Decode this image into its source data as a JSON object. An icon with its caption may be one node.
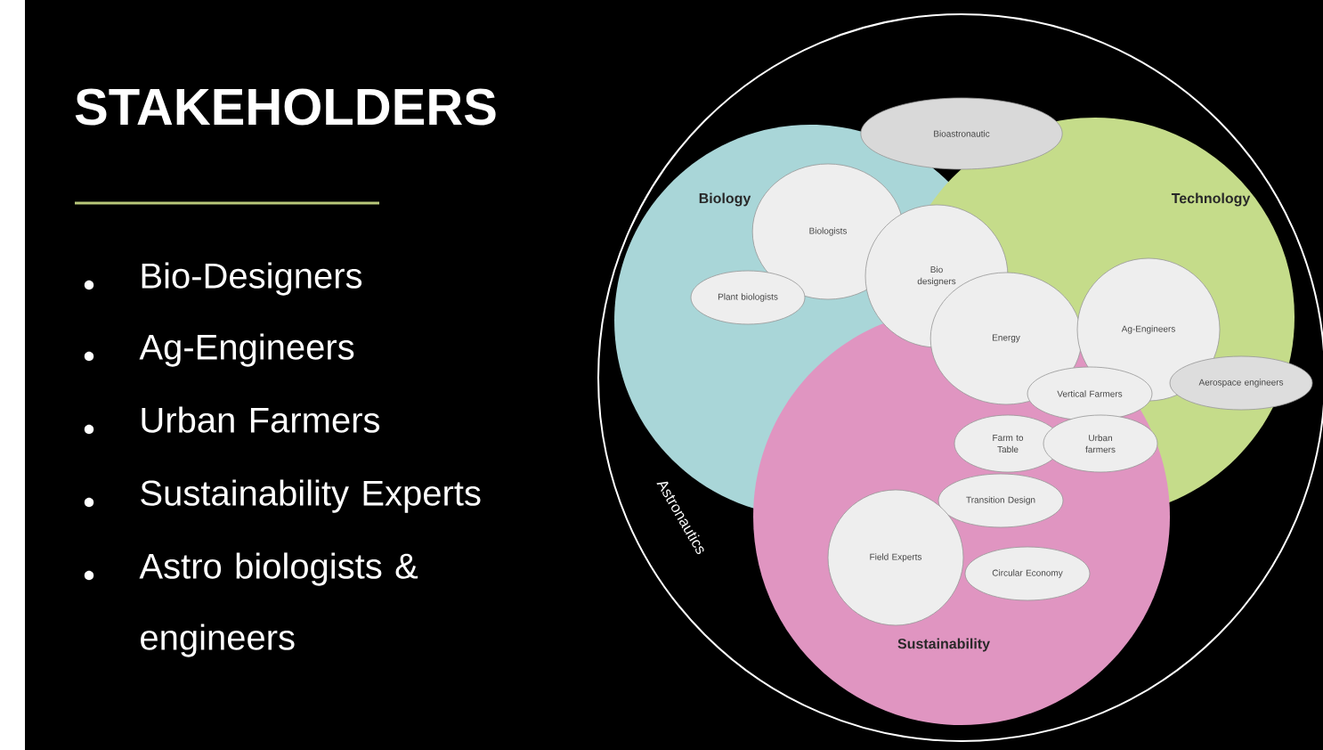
{
  "diagram": {
    "title": "STAKEHOLDERS",
    "nodes": [
      {
        "text": [
          "Astronautics"
        ]
      },
      {
        "text": [
          "Biology"
        ],
        "in": 0
      },
      {
        "text": [
          "Technology"
        ],
        "in": 0
      },
      {
        "text": [
          "Sustainability"
        ],
        "in": 0
      },
      {
        "text": [
          "Bioastronautic"
        ],
        "in": 0
      },
      {
        "text": [
          "Biologists"
        ],
        "in": 1
      },
      {
        "text": [
          "Bio designers"
        ],
        "in": 1
      },
      {
        "text": [
          "Plant biologists"
        ],
        "in": 1
      },
      {
        "text": [
          "Energy"
        ],
        "in": 2
      },
      {
        "text": [
          "Ag-Engineers"
        ],
        "in": 2
      },
      {
        "text": [
          "Aerospace engineers"
        ],
        "in": 0
      },
      {
        "text": [
          "Vertical Farmers"
        ]
      },
      {
        "text": [
          "Farm to Table"
        ]
      },
      {
        "text": [
          "Urban farmers"
        ]
      },
      {
        "text": [
          "Transition Design"
        ],
        "in": 3
      },
      {
        "text": [
          "Field Experts"
        ],
        "in": 3
      },
      {
        "text": [
          "Circular Economy"
        ],
        "in": 3
      }
    ],
    "edges": [],
    "labels": [
      "Bio-Designers",
      "Ag-Engineers",
      "Urban Farmers",
      "Sustainability Experts",
      "Astro biologists & engineers"
    ]
  }
}
